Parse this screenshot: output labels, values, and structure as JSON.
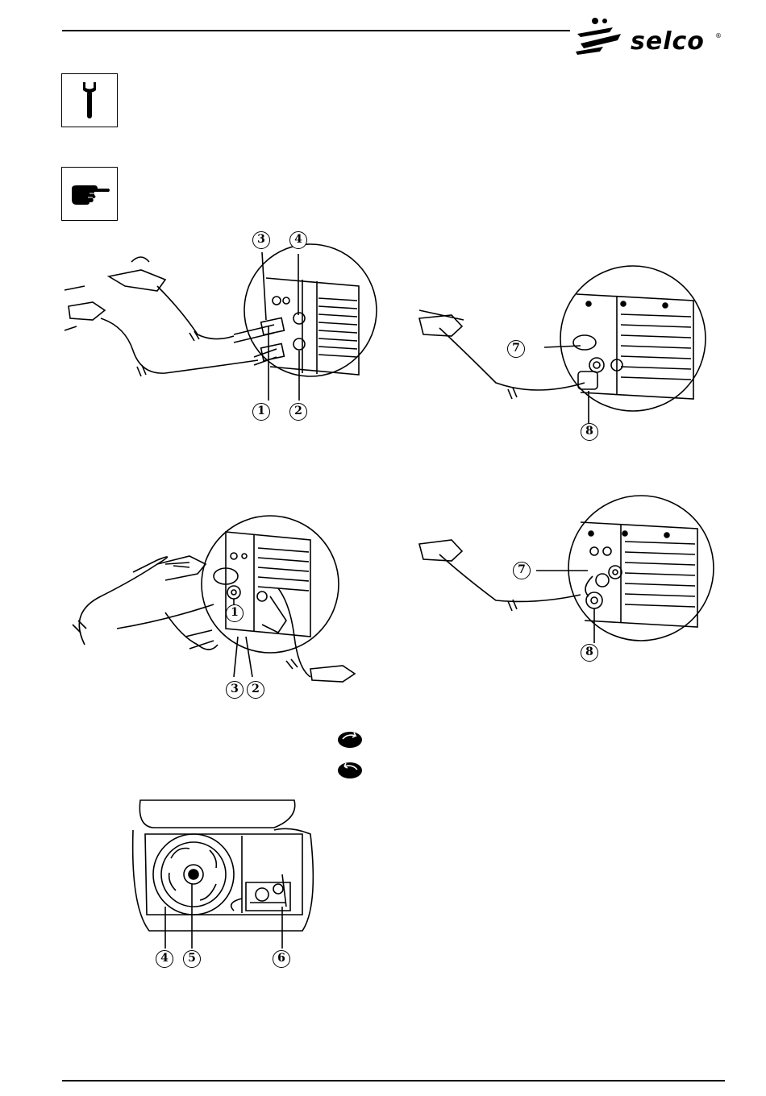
{
  "header": {
    "brand": "selco",
    "registered": "®"
  },
  "icons": {
    "top_box": "wrench-icon",
    "second_box": "pointing-hand-icon",
    "spool_left": "clockwise-rotate-icon",
    "spool_right": "counterclockwise-rotate-icon"
  },
  "figures": {
    "fig1": {
      "labels": [
        "3",
        "4",
        "1",
        "2"
      ]
    },
    "fig2": {
      "labels": [
        "7",
        "8"
      ]
    },
    "fig3": {
      "labels": [
        "1",
        "3",
        "2"
      ]
    },
    "fig4": {
      "labels": [
        "7",
        "8"
      ]
    },
    "fig5": {
      "labels": [
        "4",
        "5",
        "6"
      ]
    }
  }
}
